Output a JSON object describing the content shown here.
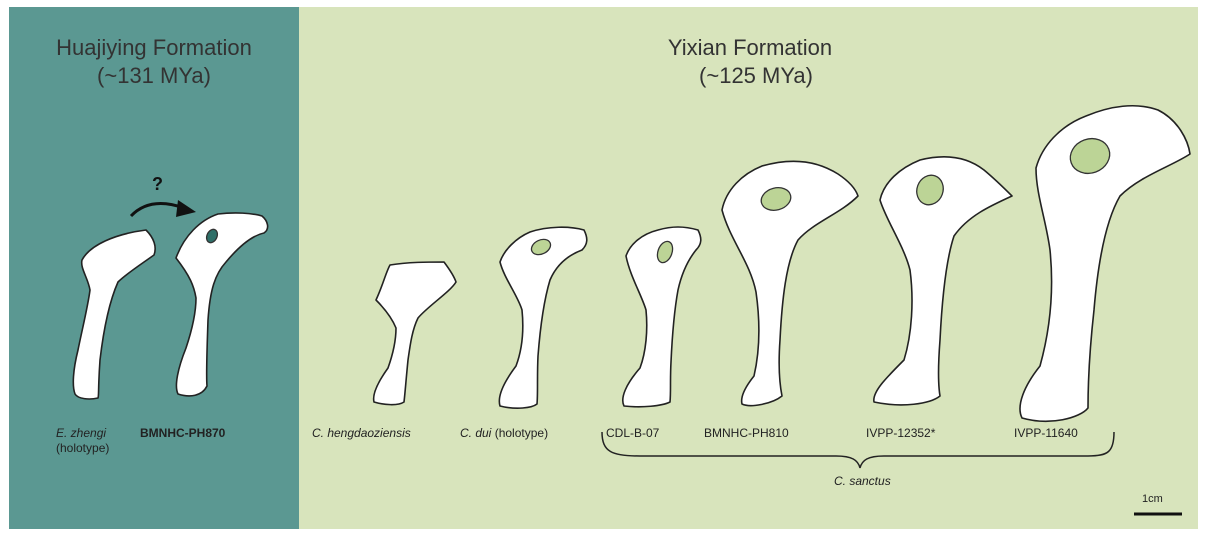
{
  "colors": {
    "left_panel_bg": "#5b9892",
    "right_panel_bg": "#d8e4bc",
    "fenestra_left": "#2f6f68",
    "fenestra_right": "#bcd496",
    "outline": "#222222"
  },
  "panels": {
    "left": {
      "title_line1": "Huajiying Formation",
      "title_line2": "(~131 MYa)",
      "question_mark": "?"
    },
    "right": {
      "title_line1": "Yixian Formation",
      "title_line2": "(~125 MYa)"
    }
  },
  "specimens": {
    "e_zhengi": {
      "name": "E. zhengi",
      "note": "(holotype)"
    },
    "bmnhc_ph870": {
      "name": "BMNHC-PH870"
    },
    "c_hengdaoziensis": {
      "name": "C. hengdaoziensis"
    },
    "c_dui": {
      "name": "C. dui",
      "note": "(holotype)"
    },
    "cdl_b_07": {
      "name": "CDL-B-07"
    },
    "bmnhc_ph810": {
      "name": "BMNHC-PH810"
    },
    "ivpp_12352": {
      "name": "IVPP-12352*"
    },
    "ivpp_11640": {
      "name": "IVPP-11640"
    }
  },
  "group_label": "C. sanctus",
  "scale_bar_label": "1cm"
}
